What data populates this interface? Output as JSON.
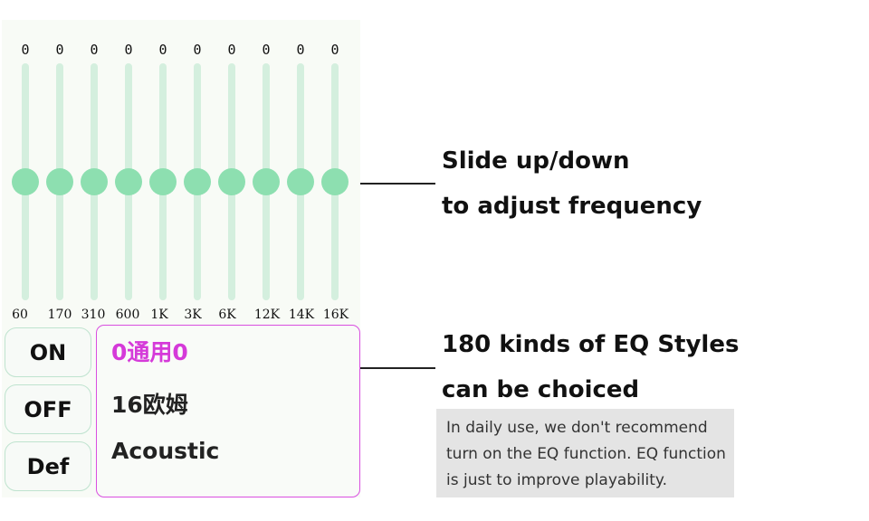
{
  "equalizer": {
    "bands": [
      {
        "frequency": "60",
        "value": "0"
      },
      {
        "frequency": "170",
        "value": "0"
      },
      {
        "frequency": "310",
        "value": "0"
      },
      {
        "frequency": "600",
        "value": "0"
      },
      {
        "frequency": "1K",
        "value": "0"
      },
      {
        "frequency": "3K",
        "value": "0"
      },
      {
        "frequency": "6K",
        "value": "0"
      },
      {
        "frequency": "12K",
        "value": "0"
      },
      {
        "frequency": "14K",
        "value": "0"
      },
      {
        "frequency": "16K",
        "value": "0"
      }
    ]
  },
  "buttons": {
    "on_label": "ON",
    "off_label": "OFF",
    "def_label": "Def"
  },
  "eq_styles": {
    "items": [
      {
        "label": "0通用0",
        "selected": true
      },
      {
        "label": "16欧姆",
        "selected": false
      },
      {
        "label": "Acoustic",
        "selected": false
      }
    ]
  },
  "annotations": {
    "slider_line1": "Slide up/down",
    "slider_line2": "to adjust frequency",
    "styles_line1": "180 kinds of EQ Styles",
    "styles_line2": "can be choiced",
    "note_lines": [
      "In daily use, we don't recommend",
      "turn on the EQ function. EQ function",
      "is just to improve playability."
    ]
  },
  "colors": {
    "knob": "#8ddfb0",
    "track": "#d4efde",
    "selected_style": "#d53ad9",
    "list_border": "#d94fe0",
    "note_background": "#e4e4e4"
  }
}
